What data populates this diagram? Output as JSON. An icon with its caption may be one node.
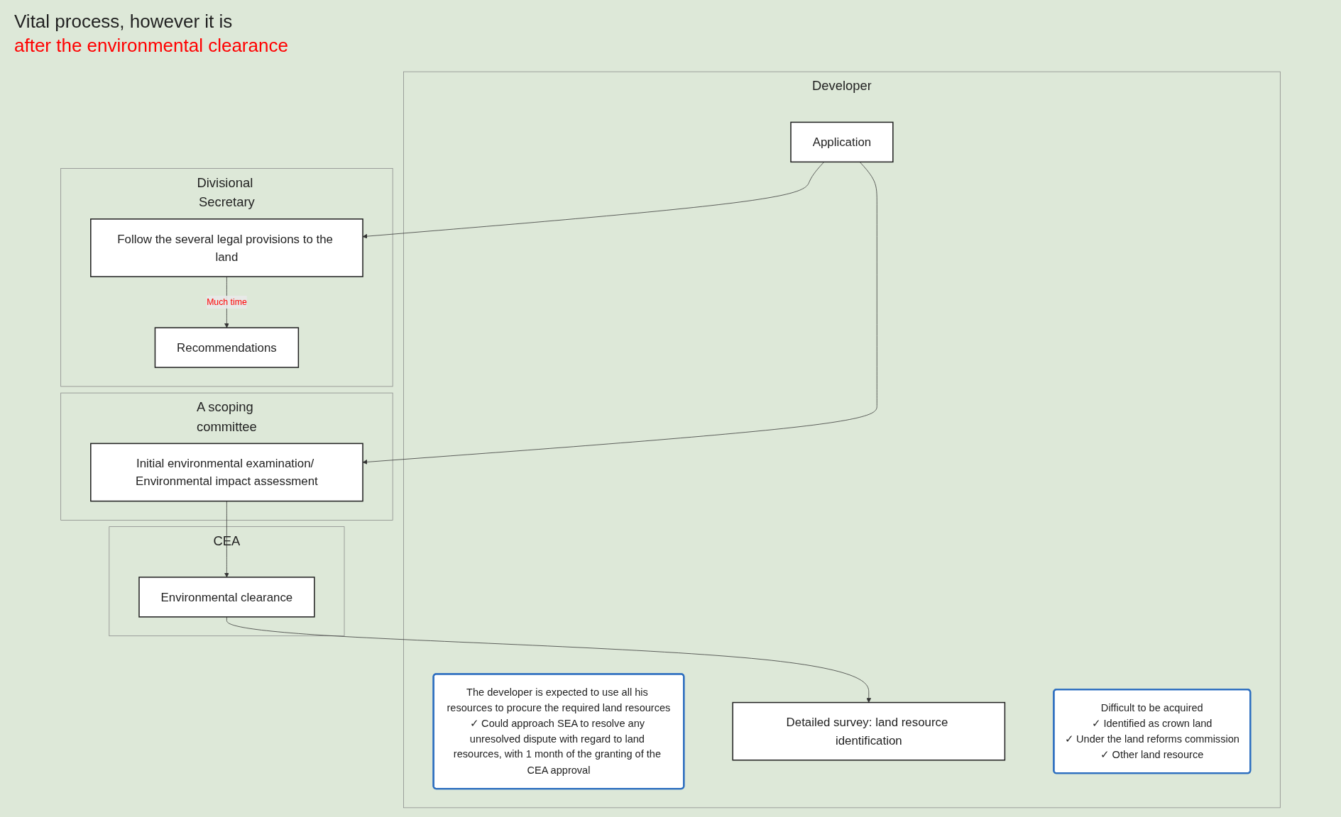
{
  "diagram": {
    "nodes": [
      {
        "text": [
          "Developer"
        ]
      },
      {
        "text": [
          "Application"
        ],
        "in": 0
      },
      {
        "text": [
          "The developer is expected to use all his resources to procure the required land resources",
          "✓ Could approach SEA to resolve any unresolved dispute with regard to land resources, with 1 month of the granting of the CEA approval"
        ],
        "in": 0
      },
      {
        "text": [
          "Detailed survey: land resource identification"
        ],
        "in": 0
      },
      {
        "text": [
          "Difficult to be acquired",
          "✓ Identified as crown land",
          "✓ Under the land reforms commission",
          "✓ Other land resource"
        ],
        "in": 0
      },
      {
        "text": [
          "Divisional Secretary"
        ]
      },
      {
        "text": [
          "Follow the several legal provisions to the land"
        ],
        "in": 5
      },
      {
        "text": [
          "Recommendations"
        ],
        "in": 5
      },
      {
        "text": [
          "A scoping committee"
        ]
      },
      {
        "text": [
          "Initial environmental examination/ Environmental impact assessment"
        ],
        "in": 8
      },
      {
        "text": [
          "CEA"
        ]
      },
      {
        "text": [
          "Environmental clearance"
        ],
        "in": 10
      }
    ],
    "edges": [
      {
        "from": 1,
        "to": 6,
        "arrow": "to"
      },
      {
        "from": 1,
        "to": 9,
        "arrow": "to"
      },
      {
        "from": 6,
        "to": 7,
        "arrow": "to",
        "label": "Much time"
      },
      {
        "from": 9,
        "to": 11,
        "arrow": "to"
      },
      {
        "from": 11,
        "to": 3,
        "arrow": "to"
      }
    ],
    "labels": [
      "Vital process, however it is",
      "after the environmental clearance"
    ]
  }
}
